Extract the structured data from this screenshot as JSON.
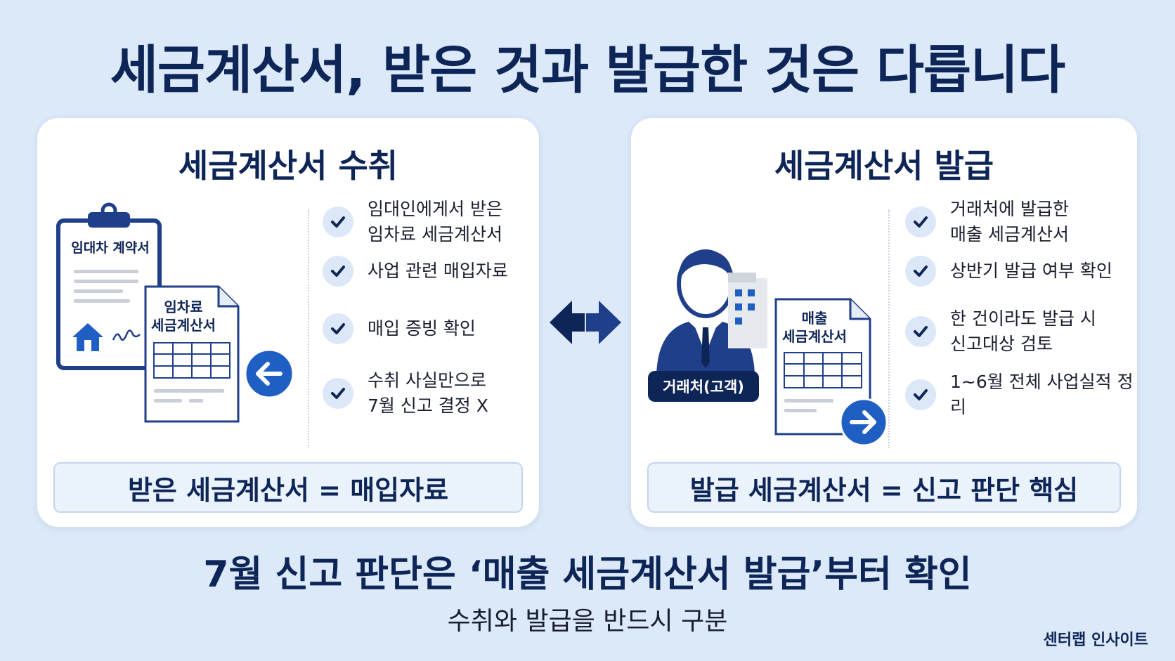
{
  "title": "세금계산서, 받은 것과 발급한 것은 다릅니다",
  "left_panel": {
    "title": "세금계산서 수취",
    "contract_label": "임대차 계약서",
    "doc_label_1": "임차료",
    "doc_label_2": "세금계산서",
    "items": [
      "임대인에게서 받은\n임차료 세금계산서",
      "사업 관련 매입자료",
      "매입 증빙 확인",
      "수취 사실만으로\n7월 신고 결정 X"
    ],
    "summary": "받은 세금계산서 = 매입자료"
  },
  "right_panel": {
    "title": "세금계산서 발급",
    "person_label": "거래처(고객)",
    "doc_label_1": "매출",
    "doc_label_2": "세금계산서",
    "items": [
      "거래처에 발급한\n매출 세금계산서",
      "상반기 발급 여부 확인",
      "한 건이라도 발급 시\n신고대상 검토",
      "1~6월 전체 사업실적 정리"
    ],
    "summary": "발급 세금계산서 = 신고 판단 핵심"
  },
  "footer": {
    "headline": "7월 신고 판단은 ‘매출 세금계산서 발급’부터 확인",
    "subline": "수취와 발급을 반드시 구분",
    "brand": "센터랩 인사이트"
  },
  "icons": {
    "check": "check-icon",
    "arrow_left": "arrow-left-icon",
    "arrow_right": "arrow-right-icon",
    "double_arrow": "double-arrow-icon",
    "clipboard": "clipboard-icon",
    "house": "house-icon",
    "person": "businessman-icon",
    "building": "building-icon"
  },
  "colors": {
    "navy": "#0e2557",
    "blue": "#1f5fc4",
    "background": "#dbe9f8"
  }
}
